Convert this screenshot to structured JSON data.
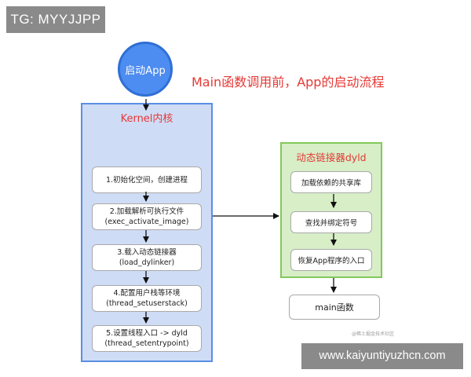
{
  "watermarks": {
    "top_left": "TG: MYYJJPP",
    "bottom_right": "www.kaiyuntiyuzhcn.com",
    "source": "@稀土掘金技术社区"
  },
  "diagram": {
    "title": "Main函数调用前，App的启动流程",
    "start_node": "启动App",
    "kernel": {
      "title": "Kernel内核",
      "steps": [
        {
          "line1": "1.初始化空间，创建进程",
          "line2": ""
        },
        {
          "line1": "2.加载解析可执行文件",
          "line2": "(exec_activate_image)"
        },
        {
          "line1": "3.载入动态链接器",
          "line2": "(load_dylinker)"
        },
        {
          "line1": "4.配置用户栈等环境",
          "line2": "(thread_setuserstack)"
        },
        {
          "line1": "5.设置线程入口 -> dyld",
          "line2": "(thread_setentrypoint)"
        }
      ]
    },
    "dyld": {
      "title": "动态链接器dyld",
      "steps": [
        "加载依赖的共享库",
        "查找并绑定符号",
        "恢复App程序的入口"
      ]
    },
    "end_node": "main函数",
    "colors": {
      "title_red": "#e53935",
      "start_blue": "#4d8cf0",
      "kernel_fill": "#cfdcf6",
      "kernel_border": "#5a8ee3",
      "dyld_fill": "#d7eec7",
      "dyld_border": "#82c85a"
    }
  }
}
